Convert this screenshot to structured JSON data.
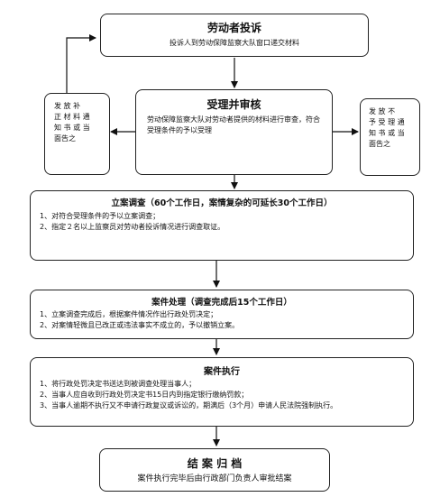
{
  "complaint": {
    "title": "劳动者投诉",
    "desc": "投诉人到劳动保障监察大队窗口递交材料"
  },
  "review": {
    "title": "受理并审核",
    "desc": "劳动保障监察大队对劳动者提供的材料进行审查，符合受理条件的予以受理"
  },
  "left_note": {
    "lines": [
      "发 放 补",
      "正 材 料 通",
      "知 书 或 当",
      "面告之"
    ]
  },
  "right_note": {
    "lines": [
      "发 放 不",
      "予 受 理 通",
      "知 书 或 当",
      "面告之"
    ]
  },
  "investigation": {
    "title": "立案调查（60个工作日，案情复杂的可延长30个工作日）",
    "items": [
      "1、对符合受理条件的予以立案调查；",
      "2、指定２名以上监察员对劳动者投诉情况进行调查取证。"
    ]
  },
  "handling": {
    "title": "案件处理（调查完成后15个工作日）",
    "items": [
      "1、立案调查完成后，根据案件情况作出行政处罚决定；",
      "2、对案情轻微且已改正或违法事实不成立的，予以撤销立案。"
    ]
  },
  "execution": {
    "title": "案件执行",
    "items": [
      "1、将行政处罚决定书送达到被调查处理当事人；",
      "2、当事人应自收到行政处罚决定书15日内到指定银行缴纳罚款；",
      "3、当事人逾期不执行又不申请行政复议或诉讼的，期满后（3个月）申请人民法院强制执行。"
    ]
  },
  "closure": {
    "title": "结 案 归 档",
    "desc": "案件执行完毕后由行政部门负责人审批结案"
  }
}
